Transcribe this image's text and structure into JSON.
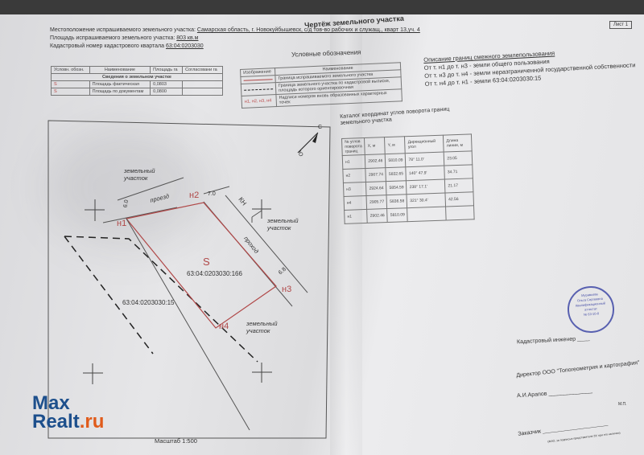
{
  "header": {
    "title": "Чертёж земельного участка",
    "sheet": "Лист 1",
    "location_label": "Местоположение испрашиваемого земельного участка:",
    "location_value": "Самарская область, г. Новокуйбышевск, с/д тов-во рабочих и служащ., кварт 13,уч. 4",
    "area_label": "Площадь испрашиваемого земельного участка:",
    "area_value": "803 кв.м",
    "cadastral_label": "Кадастровый номер кадастрового квартала",
    "cadastral_value": "63:04:0203030"
  },
  "area_table": {
    "headers": [
      "Условн. обозн.",
      "Наименование",
      "Площадь га",
      "Согласовани га"
    ],
    "section": "Сведения о земельном участке",
    "rows": [
      {
        "sym": "S",
        "name": "Площадь фактическая",
        "value": "0,0803"
      },
      {
        "sym": "S",
        "name": "Площадь по документам",
        "value": "0,0800"
      }
    ]
  },
  "legend": {
    "title": "Условные обозначения",
    "headers": [
      "Изображение",
      "Наименование"
    ],
    "rows": [
      {
        "sym": "",
        "name": "Граница испрашиваемого земельного участка"
      },
      {
        "sym": "",
        "name": "Граница земельного участка по кадастровой выписке, площадь которого ориентировочная"
      },
      {
        "sym": "н1, н2, н3, н4",
        "name": "Надписи номеров вновь образованных характерных точек"
      }
    ]
  },
  "boundaries": {
    "title": "Описание границ смежного землепользования",
    "lines": [
      "От т. н1 до т. н3 - земли общего пользования",
      "От т. н3 до т. н4 - земли неразграниченной государственной собственности",
      "От т. н4 до т. н1 - земли 63:04:0203030:15"
    ]
  },
  "catalog": {
    "title": "Каталог координат углов поворота границ земельного участка",
    "headers": [
      "№ углов поворота границ",
      "X, м",
      "Y, м",
      "Дирекционный угол",
      "Длина линии, м"
    ],
    "points": [
      {
        "n": "н1",
        "x": "2902.46",
        "y": "5810.09"
      },
      {
        "n": "н2",
        "x": "2907.74",
        "y": "5832.65"
      },
      {
        "n": "н3",
        "x": "2924.64",
        "y": "5854.59"
      },
      {
        "n": "н4",
        "x": "2905.77",
        "y": "5836.58"
      },
      {
        "n": "н1",
        "x": "2902.46",
        "y": "5810.09"
      }
    ],
    "segments": [
      {
        "angle": "78° 11.0'",
        "length": "23.05"
      },
      {
        "angle": "140° 47.9'",
        "length": "34.71"
      },
      {
        "angle": "238° 17.1'",
        "length": "21.17"
      },
      {
        "angle": "321° 30.4'",
        "length": "42.56"
      }
    ]
  },
  "plan": {
    "parcel_symbol": "S",
    "parcel_number": "63:04:0203030:166",
    "neighbor_number": "63:04:0203030:15",
    "points": [
      "н1",
      "н2",
      "н3",
      "н4"
    ],
    "labels": {
      "land_nw": "земельный участок",
      "land_e": "земельный участок",
      "land_se": "земельный участок",
      "driveway": "проезд",
      "passage": "проход",
      "kn": "КН",
      "north": "С",
      "south": "Ю"
    },
    "dims": [
      "6.0",
      "7.0",
      "6.8"
    ],
    "scale": "Масштаб 1:500",
    "boundary_color": "#b04848"
  },
  "signatures": {
    "engineer": "Кадастровый инженер",
    "director": "Директор ООО \"Топогеометрия и картография\"",
    "name": "А.И.Арапов",
    "customer": "Заказчик",
    "mp": "М.П.",
    "customer_hint": "(ФИО, за подписью представителя ЗУ, при его наличии)"
  },
  "stamp": {
    "text": [
      "Муравьева",
      "Ольга Сергеевна",
      "Квалификационный",
      "аттестат",
      "№ 63-10-8"
    ]
  },
  "watermark": {
    "line1": "Max",
    "line2a": "Realt",
    "line2b": ".ru"
  }
}
